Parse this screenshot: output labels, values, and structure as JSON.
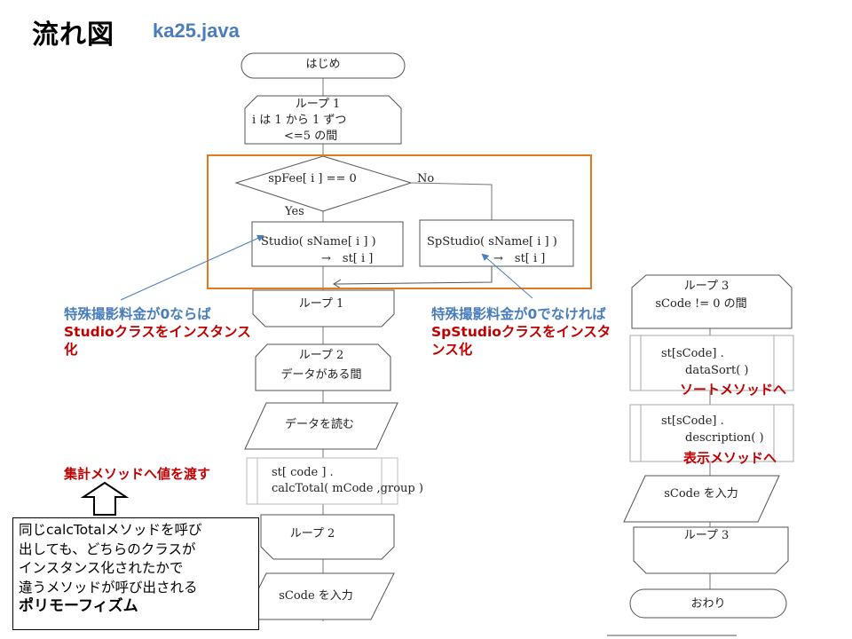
{
  "header": {
    "title": "流れ図",
    "subtitle": "ka25.java"
  },
  "flow_left": {
    "start": "はじめ",
    "loop1": [
      "ループ 1",
      "i は 1 から 1 ずつ",
      "<=5 の間"
    ],
    "decision": "spFee[ i ] == 0",
    "no": "No",
    "yes": "Yes",
    "studio": [
      "Studio( sName[ i ] )",
      "→　st[ i ]"
    ],
    "spstudio": [
      "SpStudio( sName[ i ] )",
      "→　st[ i ]"
    ],
    "loop1_end": "ループ 1",
    "loop2": [
      "ループ 2",
      "データがある間"
    ],
    "read": "データを読む",
    "calc": [
      "st[ code ] .",
      "calcTotal( mCode ,group )"
    ],
    "loop2_end": "ループ 2",
    "input": "sCode を入力"
  },
  "flow_right": {
    "loop3": [
      "ループ 3",
      "sCode != 0 の間"
    ],
    "datasort": [
      "st[sCode] .",
      "dataSort( )"
    ],
    "description": [
      "st[sCode] .",
      "description( )"
    ],
    "input": "sCode を入力",
    "loop3_end": "ループ 3",
    "end": "おわり"
  },
  "annotations": {
    "studio_note": {
      "blue": "特殊撮影料金が0ならば",
      "red": "Studioクラスをインスタンス化"
    },
    "spstudio_note": {
      "blue": "特殊撮影料金が0でなければ",
      "red": "SpStudioクラスをインスタンス化"
    },
    "sort_label": "ソートメソッドへ",
    "display_label": "表示メソッドへ",
    "aggregate_label": "集計メソッドへ値を渡す"
  },
  "note": {
    "lines": [
      "同じcalcTotalメソッドを呼び",
      "出しても、どちらのクラスが",
      "インスタンス化されたかで",
      "違うメソッドが呼び出される"
    ],
    "emphasis": "ポリモーフィズム"
  },
  "colors": {
    "highlight_border": "#e07b1f",
    "blue_text": "#4a7dbb",
    "red_text": "#c00000"
  }
}
